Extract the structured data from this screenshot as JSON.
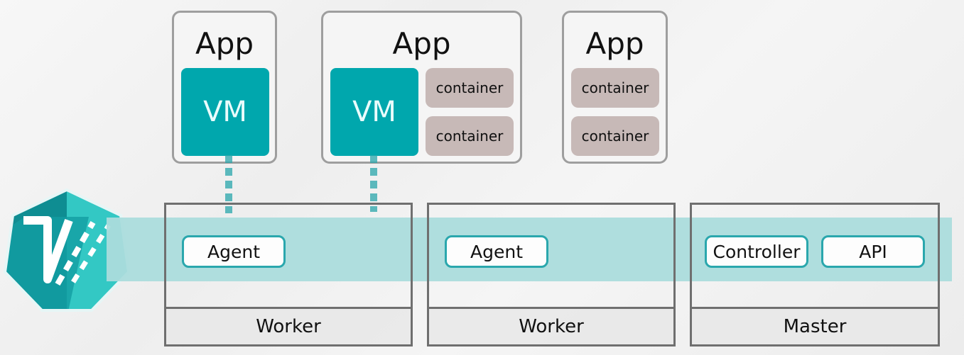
{
  "apps": [
    {
      "title": "App",
      "vm": "VM"
    },
    {
      "title": "App",
      "vm": "VM",
      "containers": [
        "container",
        "container"
      ]
    },
    {
      "title": "App",
      "containers": [
        "container",
        "container"
      ]
    }
  ],
  "nodes": [
    {
      "label": "Worker",
      "components": [
        "Agent"
      ]
    },
    {
      "label": "Worker",
      "components": [
        "Agent"
      ]
    },
    {
      "label": "Master",
      "components": [
        "Controller",
        "API"
      ]
    }
  ],
  "colors": {
    "accent": "#00a7ad",
    "band": "#abdcdc",
    "container": "#c7b9b7",
    "border": "#9e9e9e"
  },
  "logo": {
    "icon": "kubevirt-logo-icon"
  }
}
